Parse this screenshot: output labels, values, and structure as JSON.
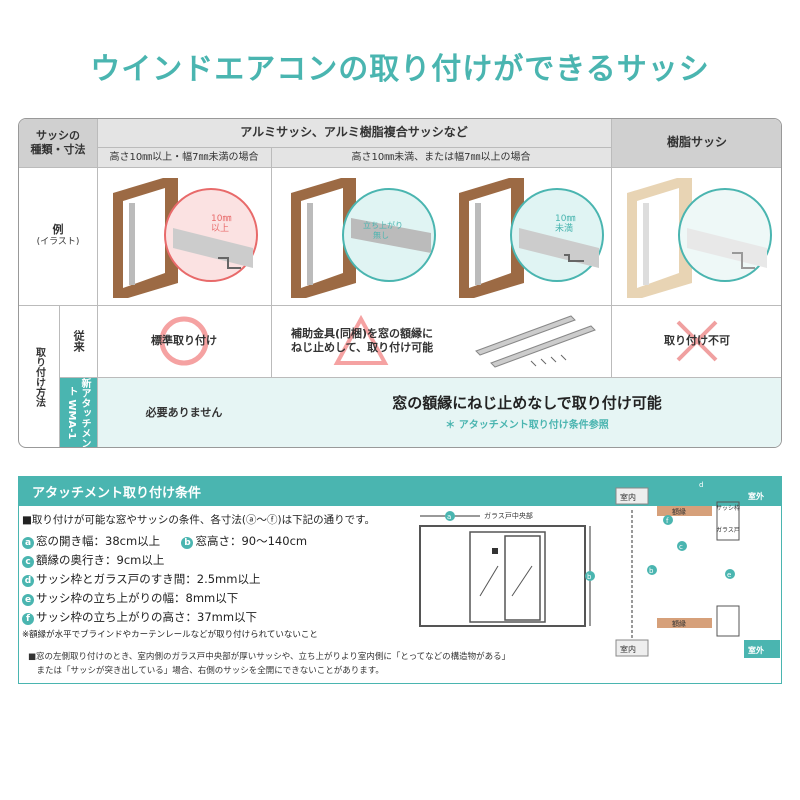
{
  "title": "ウインドエアコンの取り付けができるサッシ",
  "table": {
    "col_header_type": "サッシの\n種類・寸法",
    "group_alumi": "アルミサッシ、アルミ樹脂複合サッシなど",
    "group_resin": "樹脂サッシ",
    "sub_alumi_1": "高さ10㎜以上・幅7㎜未満の場合",
    "sub_alumi_2": "高さ10㎜未満、または幅7㎜以上の場合",
    "row_example": "例",
    "row_example_sub": "(イラスト)",
    "callout_1": "10㎜\n以上",
    "callout_2": "立ち上がり\n無し",
    "callout_3": "10㎜\n未満",
    "row_install": "取り付け方法",
    "row_conventional": "従来",
    "row_wma": "新アタッチメント WMA-1",
    "conv_1": "標準取り付け",
    "conv_2": "補助金具(同梱)を窓の額縁に\nねじ止めして、取り付け可能",
    "conv_3": "取り付け不可",
    "wma_1": "必要ありません",
    "wma_main": "窓の額縁にねじ止めなしで取り付け可能",
    "wma_note": "＊ アタッチメント取り付け条件参照"
  },
  "attachment": {
    "heading": "アタッチメント取り付け条件",
    "intro": "■取り付けが可能な窓やサッシの条件、各寸法(ⓐ〜ⓕ)は下記の通りです。",
    "conditions": [
      {
        "badge": "a",
        "text": "窓の開き幅：38cm以上"
      },
      {
        "badge": "b",
        "text": "窓高さ：90〜140cm"
      },
      {
        "badge": "c",
        "text": "額縁の奥行き：9cm以上"
      },
      {
        "badge": "d",
        "text": "サッシ枠とガラス戸のすき間：2.5mm以上"
      },
      {
        "badge": "e",
        "text": "サッシ枠の立ち上がりの幅：8mm以下"
      },
      {
        "badge": "f",
        "text": "サッシ枠の立ち上がりの高さ：37mm以下"
      }
    ],
    "note_small": "※額縁が水平でブラインドやカーテンレールなどが取り付けられていないこと",
    "diagram_center_label": "ガラス戸中央部",
    "label_indoor": "室内",
    "label_outdoor": "室外",
    "label_frame": "額縁",
    "label_sash": "サッシ枠",
    "label_glass": "ガラス戸",
    "footnote_1": "■窓の左側取り付けのとき、室内側のガラス戸中央部が厚いサッシや、立ち上がりより室内側に「とってなどの構造物がある」",
    "footnote_2": "　または「サッシが突き出している」場合、右側のサッシを全開にできないことがあります。"
  },
  "colors": {
    "accent": "#4ab5b0",
    "wood": "#9c6a44",
    "resin_wood": "#e8d4b4",
    "callout_red": "#e86a6a",
    "callout_teal": "#4ab5b0",
    "ok_circle": "#f5a2a2",
    "cross": "#f0a0a0"
  }
}
